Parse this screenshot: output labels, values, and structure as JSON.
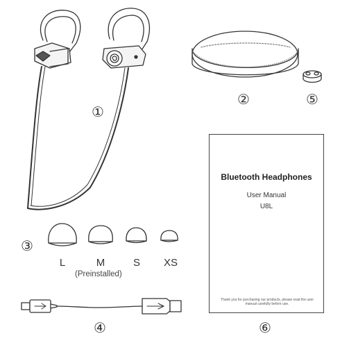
{
  "item_numbers": {
    "headphones": "①",
    "case": "②",
    "ear_tips": "③",
    "cable": "④",
    "clip": "⑤",
    "manual": "⑥"
  },
  "ear_tips": {
    "sizes": [
      "L",
      "M",
      "S",
      "XS"
    ],
    "note": "(Preinstalled)"
  },
  "manual": {
    "title": "Bluetooth Headphones",
    "subtitle": "User Manual",
    "model": "U8L",
    "footer": "Thank you for purchasing our products, please read the user manual carefully before use."
  }
}
